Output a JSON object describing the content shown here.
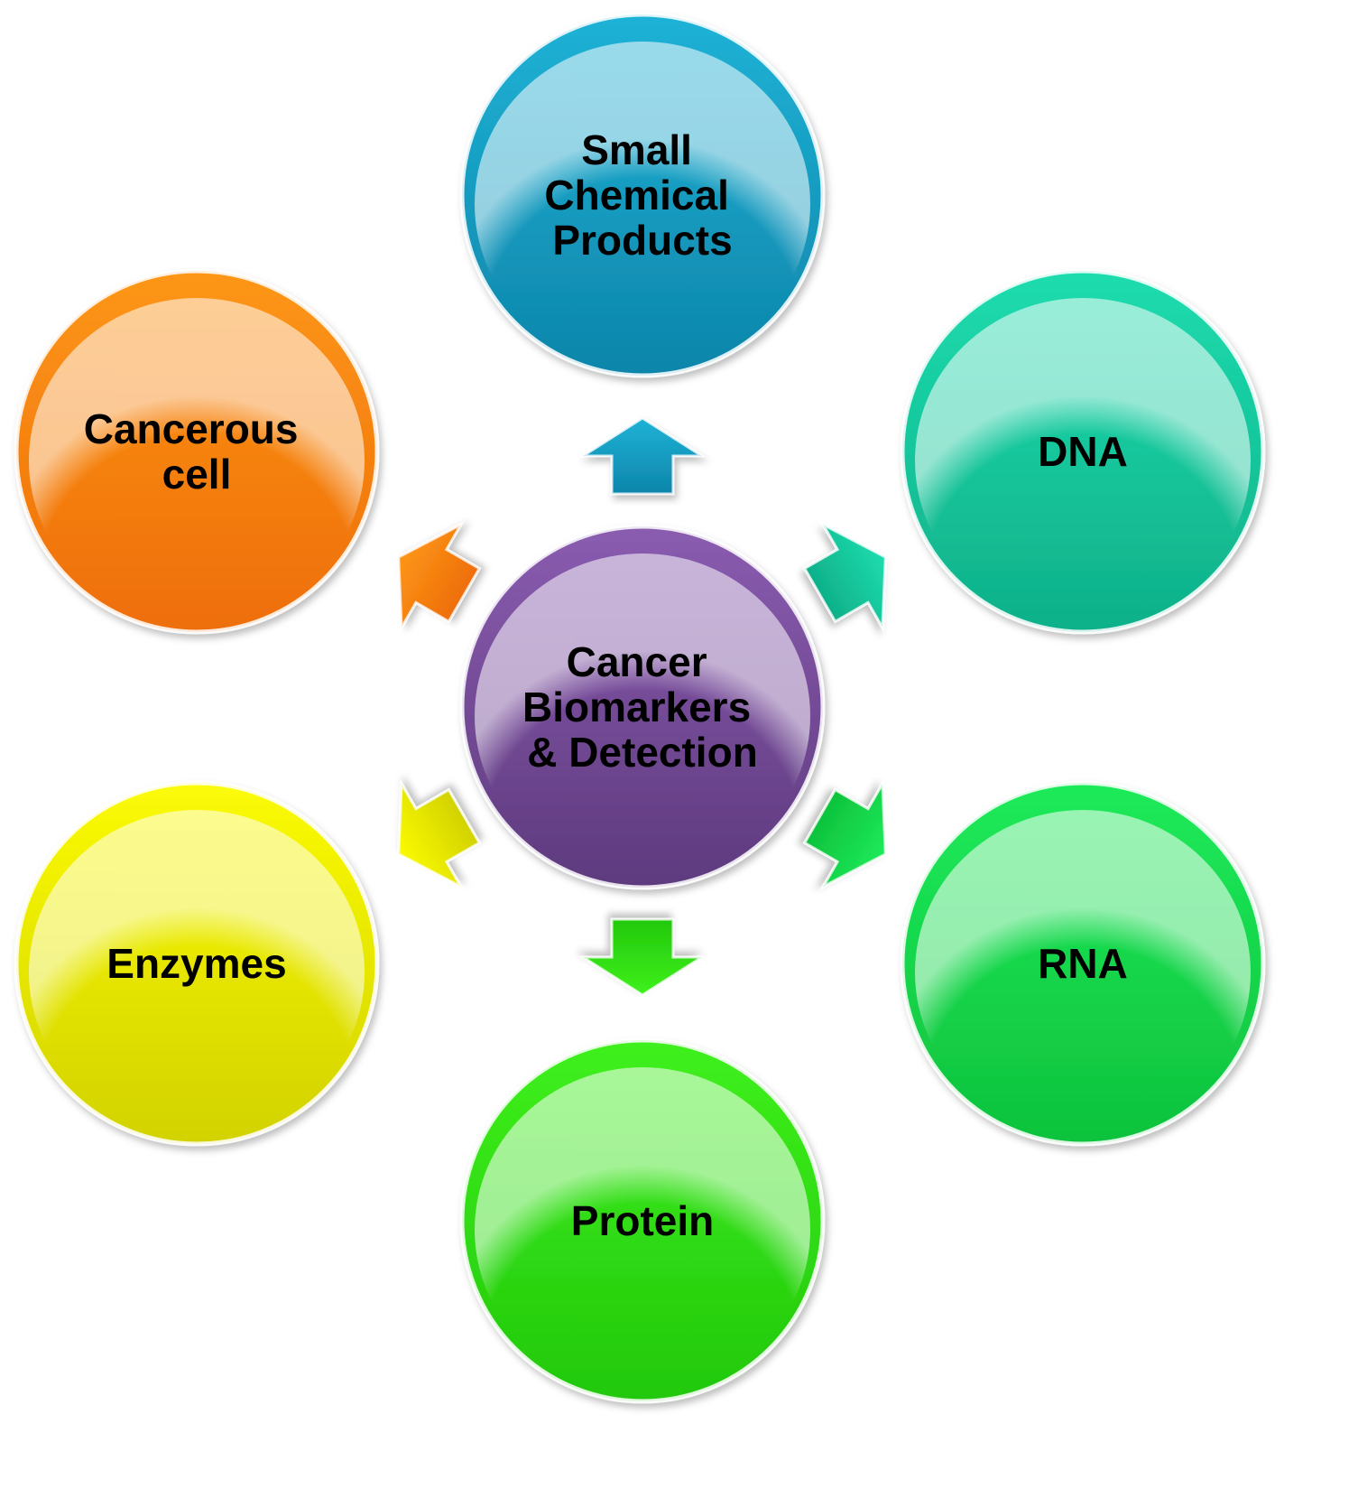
{
  "center": {
    "lines": [
      "Cancer",
      "Biomarkers",
      "& Detection"
    ],
    "color_light": "#8a5cb0",
    "color_dark": "#5e3a7e"
  },
  "nodes": [
    {
      "id": "small-chemical-products",
      "lines": [
        "Small",
        "Chemical",
        "Products"
      ],
      "color_light": "#1fb2d6",
      "color_dark": "#0d85aa"
    },
    {
      "id": "dna",
      "lines": [
        "DNA"
      ],
      "color_light": "#1ddcae",
      "color_dark": "#0fb089"
    },
    {
      "id": "rna",
      "lines": [
        "RNA"
      ],
      "color_light": "#1eea5a",
      "color_dark": "#0ec23c"
    },
    {
      "id": "protein",
      "lines": [
        "Protein"
      ],
      "color_light": "#3ff01c",
      "color_dark": "#22c80c"
    },
    {
      "id": "enzymes",
      "lines": [
        "Enzymes"
      ],
      "color_light": "#fbfb07",
      "color_dark": "#d2d200"
    },
    {
      "id": "cancerous-cell",
      "lines": [
        "Cancerous",
        "cell"
      ],
      "color_light": "#fd9619",
      "color_dark": "#ee6e07"
    }
  ]
}
